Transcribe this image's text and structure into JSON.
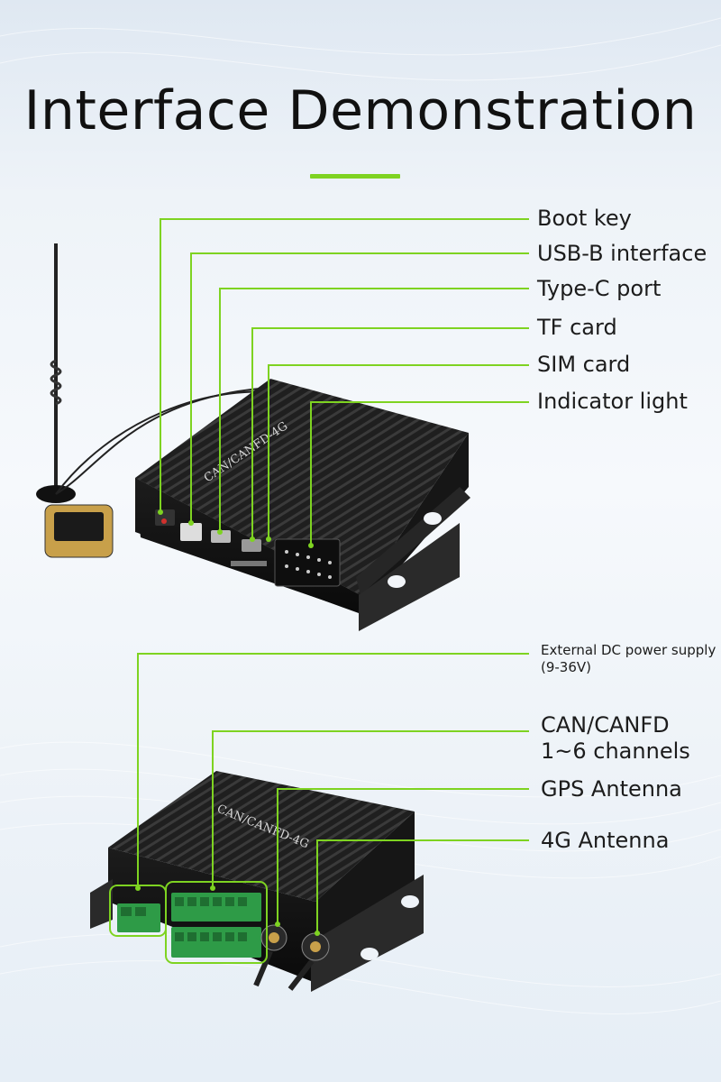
{
  "title": "Interface Demonstration",
  "accent_color": "#7ed321",
  "top_device": {
    "faceplate_text": "CAN/CANFD-4G",
    "callouts": [
      {
        "label": "Boot key"
      },
      {
        "label": "USB-B interface"
      },
      {
        "label": "Type-C port"
      },
      {
        "label": "TF card"
      },
      {
        "label": "SIM card"
      },
      {
        "label": "Indicator light"
      }
    ]
  },
  "bottom_device": {
    "faceplate_text": "CAN/CANFD-4G",
    "callouts": [
      {
        "line1": "External DC power supply",
        "line2": "(9-36V)"
      },
      {
        "line1": "CAN/CANFD",
        "line2": "1~6 channels"
      },
      {
        "line1": "GPS Antenna",
        "line2": ""
      },
      {
        "line1": "4G Antenna",
        "line2": ""
      }
    ]
  }
}
